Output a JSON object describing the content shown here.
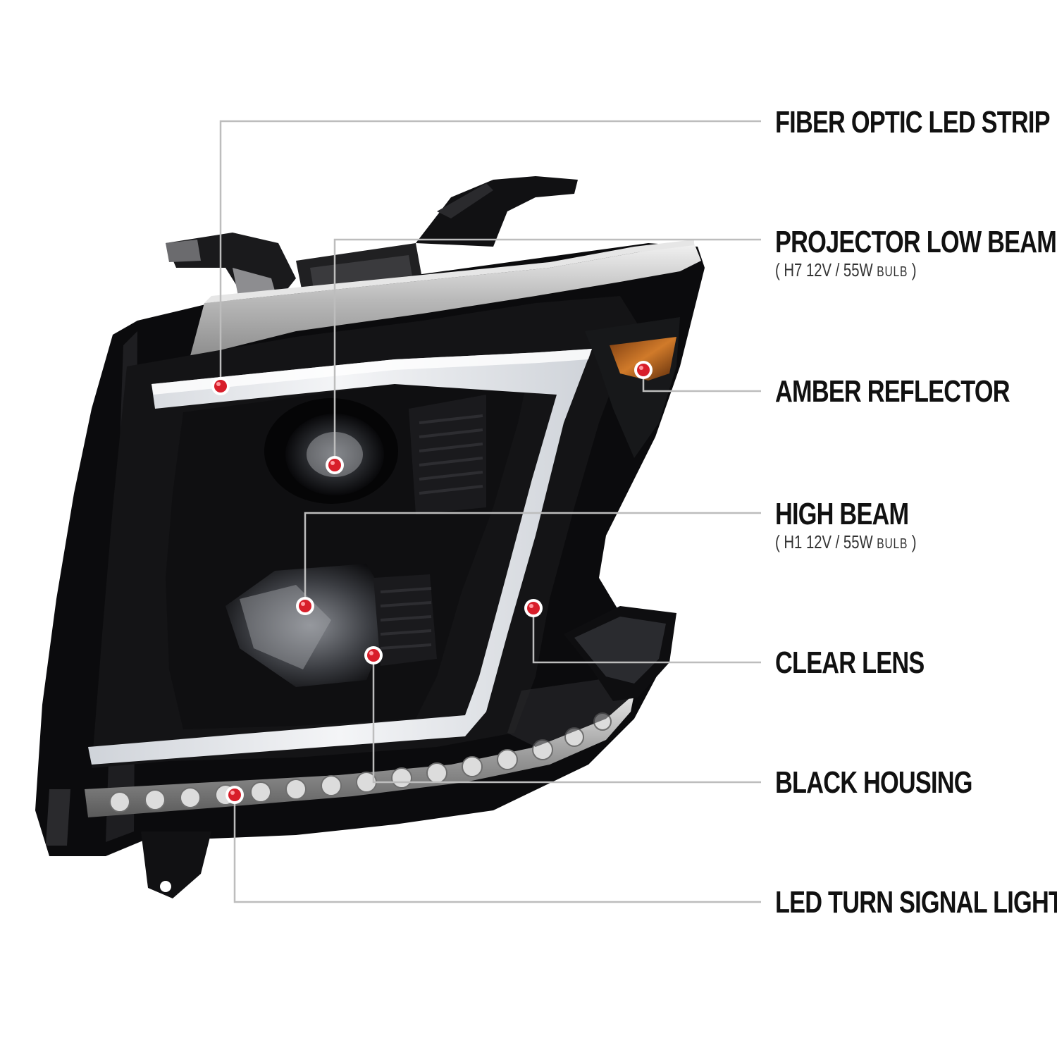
{
  "colors": {
    "background": "#ffffff",
    "housing": "#0b0b0d",
    "chrome": "#c8c8c8",
    "led_strip": "#e9eaee",
    "amber": "#b8641c",
    "callout_line": "#bdbdbd",
    "callout_dot": "#d81e2a",
    "label_text": "#111111"
  },
  "callouts": [
    {
      "id": "fiber-optic-led-strip",
      "title": "FIBER OPTIC LED STRIP"
    },
    {
      "id": "projector-low-beam",
      "title": "PROJECTOR LOW BEAM",
      "spec": "( H7  12V / 55W ",
      "spec_unit": "BULB",
      "spec_close": " )"
    },
    {
      "id": "amber-reflector",
      "title": "AMBER REFLECTOR"
    },
    {
      "id": "high-beam",
      "title": "HIGH BEAM",
      "spec": "( H1  12V / 55W ",
      "spec_unit": "BULB",
      "spec_close": " )"
    },
    {
      "id": "clear-lens",
      "title": "CLEAR LENS"
    },
    {
      "id": "black-housing",
      "title": "BLACK HOUSING"
    },
    {
      "id": "led-turn-signal-light",
      "title": "LED TURN SIGNAL LIGHT"
    }
  ]
}
